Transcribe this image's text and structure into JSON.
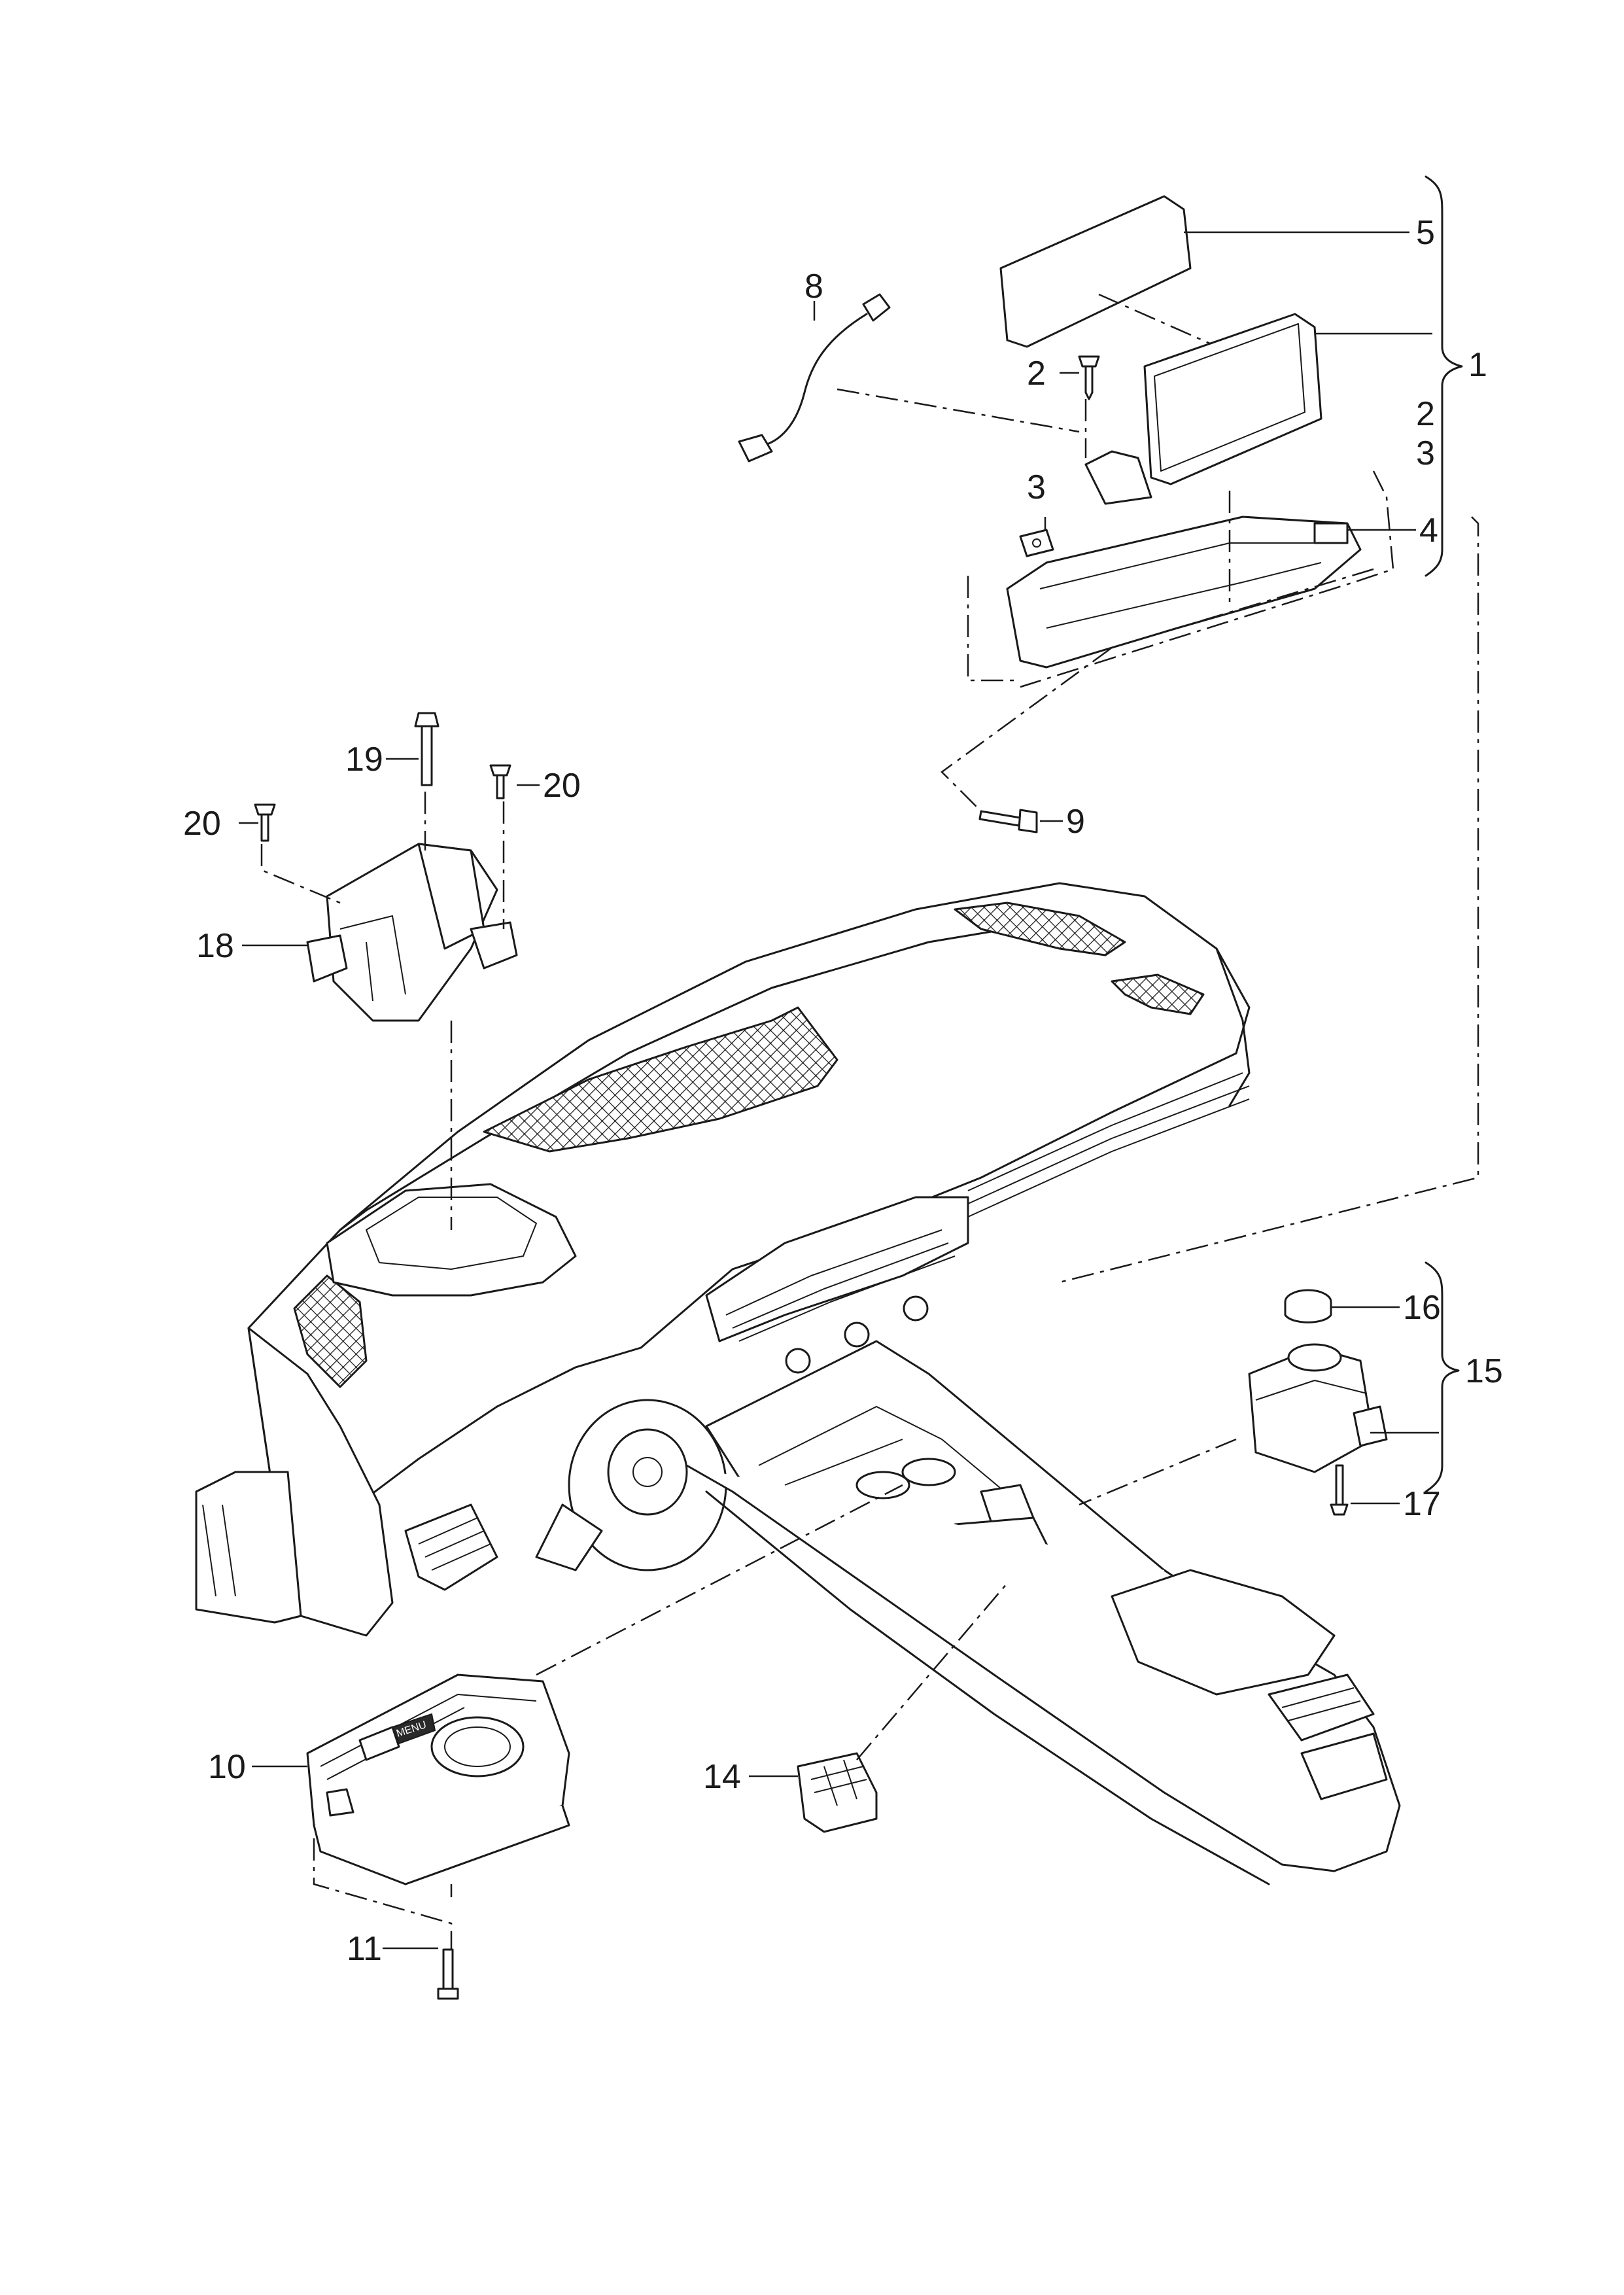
{
  "callouts": {
    "c1": "1",
    "c2a": "2",
    "c2b": "2",
    "c3a": "3",
    "c3b": "3",
    "c4": "4",
    "c5": "5",
    "c8": "8",
    "c9": "9",
    "c10": "10",
    "c11": "11",
    "c14": "14",
    "c15": "15",
    "c16": "16",
    "c17": "17",
    "c18": "18",
    "c19": "19",
    "c20a": "20",
    "c20b": "20"
  },
  "controller_badge": "MENU",
  "icons": {
    "screen": "display-screen-icon",
    "cable": "usb-cable-icon",
    "screw": "screw-icon",
    "bolt": "bolt-icon",
    "clip": "clip-nut-icon",
    "dashboard": "dashboard-assembly-icon"
  }
}
